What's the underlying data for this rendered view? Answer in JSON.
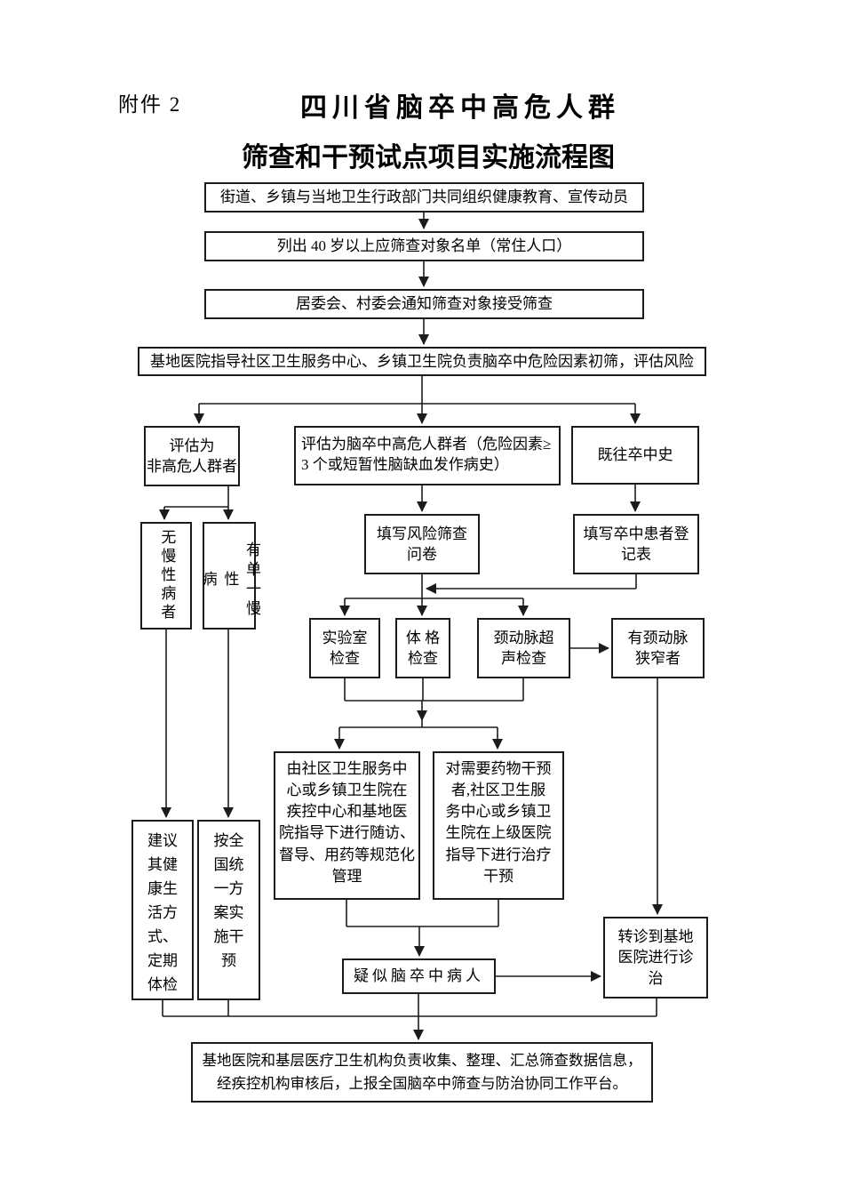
{
  "header": {
    "attachment": "附件 2",
    "title_line1": "四川省脑卒中高危人群",
    "title_line2": "筛查和干预试点项目实施流程图"
  },
  "nodes": {
    "health_education": "街道、乡镇与当地卫生行政部门共同组织健康教育、宣传动员",
    "list_targets": "列出 40 岁以上应筛查对象名单（常住人口）",
    "notify_screening": "居委会、村委会通知筛查对象接受筛查",
    "initial_screening": "基地医院指导社区卫生服务中心、乡镇卫生院负责脑卒中危险因素初筛，评估风险",
    "non_high_risk": "评估为\n非高危人群者",
    "high_risk_group": "评估为脑卒中高危人群者（危险因素≥\n3 个或短暂性脑缺血发作病史）",
    "prior_stroke_history": "既往卒中史",
    "no_chronic_disease": "无慢性病者",
    "single_chronic_disease": "有单一慢性\n病",
    "risk_questionnaire": "填写风险筛查\n问卷",
    "stroke_patient_registry": "填写卒中患者登\n记表",
    "lab_test": "实验室\n检查",
    "physical_exam": "体 格\n检查",
    "carotid_ultrasound": "颈动脉超\n声检查",
    "carotid_stenosis": "有颈动脉\n狭窄者",
    "standardized_management": "由社区卫生服务中\n心或乡镇卫生院在\n疾控中心和基地医\n院指导下进行随访、\n督导、用药等规范化\n管理",
    "drug_intervention": "对需要药物干预\n者,社区卫生服\n务中心或乡镇卫\n生院在上级医院\n指导下进行治疗\n干预",
    "healthy_lifestyle_advice": "建议其健康生活方式、定期体检",
    "national_plan_intervention": "按全国统一方案实施干预",
    "suspected_stroke": "疑似脑卒中病人",
    "referral_base_hospital": "转诊到基地\n医院进行诊\n治",
    "data_reporting": "基地医院和基层医疗卫生机构负责收集、整理、汇总筛查数据信息，\n经疾控机构审核后，上报全国脑卒中筛查与防治协同工作平台。"
  }
}
